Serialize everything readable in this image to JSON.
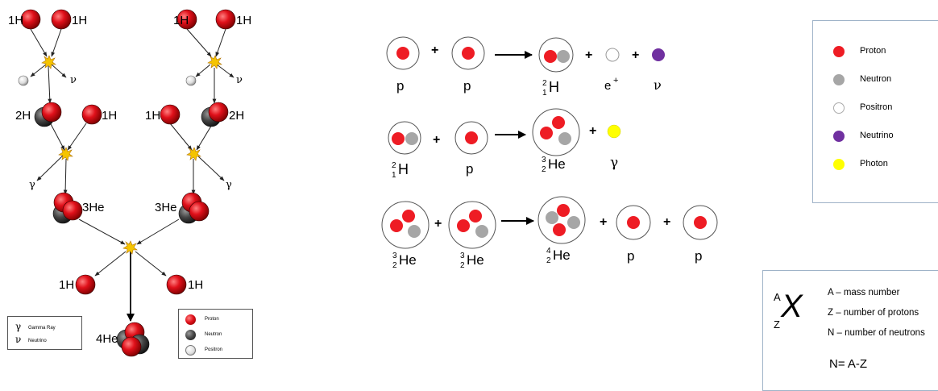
{
  "colors": {
    "proton": "#ee1c24",
    "neutron": "#a6a6a6",
    "positron": "#ffffff",
    "neutrino": "#7030a0",
    "photon": "#ffff00",
    "dark_neutron": "#555555",
    "legend_border": "#9fb3c8"
  },
  "chain": {
    "h1": "1H",
    "h2": "2H",
    "he3": "3He",
    "he4": "4He",
    "gamma": "γ",
    "nu": "ν",
    "legend_proton": "Proton",
    "legend_neutron": "Neutron",
    "legend_positron": "Positron",
    "legend_gamma_symbol": "γ",
    "legend_gamma": "Gamma Ray",
    "legend_nu_symbol": "ν",
    "legend_nu": "Neutrino"
  },
  "reactions": {
    "plus": "+",
    "p": "p",
    "h2_mass": "2",
    "h2_charge": "1",
    "h2_symbol": "H",
    "he3_mass": "3",
    "he3_charge": "2",
    "he_symbol": "He",
    "he4_mass": "4",
    "he4_charge": "2",
    "positron": "e",
    "positron_sup": "+",
    "neutrino": "ν",
    "gamma": "γ"
  },
  "legend": {
    "items": [
      {
        "label": "Proton",
        "color": "#ee1c24"
      },
      {
        "label": "Neutron",
        "color": "#a6a6a6"
      },
      {
        "label": "Positron",
        "color": "#ffffff"
      },
      {
        "label": "Neutrino",
        "color": "#7030a0"
      },
      {
        "label": "Photon",
        "color": "#ffff00"
      }
    ]
  },
  "notation": {
    "a": "A",
    "z": "Z",
    "symbol": "X",
    "a_desc": "A – mass number",
    "z_desc": "Z – number of protons",
    "n_desc": "N – number of neutrons",
    "equation": "N= A-Z"
  }
}
